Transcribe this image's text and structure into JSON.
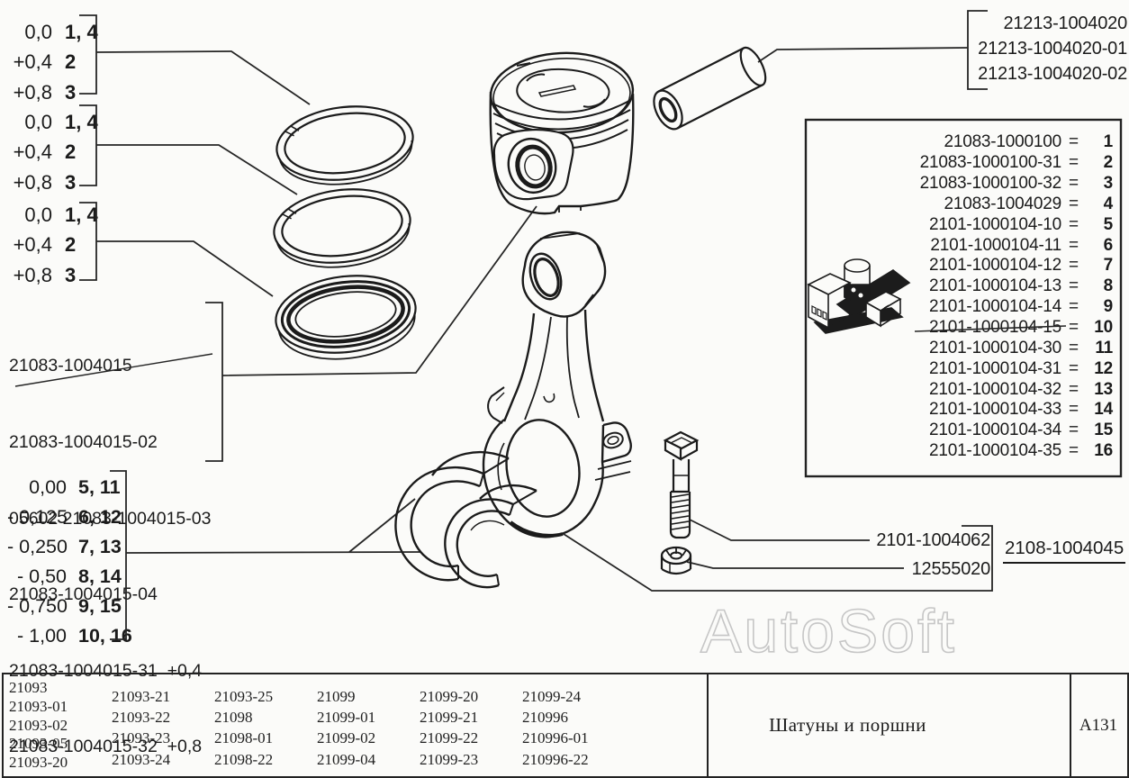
{
  "colors": {
    "ink": "#1b1b1b",
    "paper": "#fbfbf9",
    "leader": "#2a2a2a",
    "watermark": "#c6c6c6"
  },
  "watermark": "AutoSoft",
  "glyphs": {
    "equals": "="
  },
  "ring_gap_groups": [
    {
      "rows": [
        {
          "offset": "0,0",
          "positions": "1, 4"
        },
        {
          "offset": "+0,4",
          "positions": "2"
        },
        {
          "offset": "+0,8",
          "positions": "3"
        }
      ]
    },
    {
      "rows": [
        {
          "offset": "0,0",
          "positions": "1, 4"
        },
        {
          "offset": "+0,4",
          "positions": "2"
        },
        {
          "offset": "+0,8",
          "positions": "3"
        }
      ]
    },
    {
      "rows": [
        {
          "offset": "0,0",
          "positions": "1, 4"
        },
        {
          "offset": "+0,4",
          "positions": "2"
        },
        {
          "offset": "+0,8",
          "positions": "3"
        }
      ]
    }
  ],
  "piston_parts": {
    "rows": [
      "21083-1004015",
      "21083-1004015-02",
      "05602 21083-1004015-03",
      "21083-1004015-04",
      "21083-1004015-31  +0,4",
      "21083-1004015-32  +0,8"
    ]
  },
  "bearing_sizes": {
    "rows": [
      {
        "offset": "0,00",
        "positions": "5, 11"
      },
      {
        "offset": "- 0,125",
        "positions": "6, 12"
      },
      {
        "offset": "- 0,250",
        "positions": "7, 13"
      },
      {
        "offset": "- 0,50",
        "positions": "8, 14"
      },
      {
        "offset": "- 0,750",
        "positions": "9, 15"
      },
      {
        "offset": "- 1,00",
        "positions": "10, 16"
      }
    ]
  },
  "pin_parts": {
    "rows": [
      "21213-1004020",
      "21213-1004020-01",
      "21213-1004020-02"
    ]
  },
  "legend_table": {
    "rows": [
      {
        "part": "21083-1000100",
        "num": "1"
      },
      {
        "part": "21083-1000100-31",
        "num": "2"
      },
      {
        "part": "21083-1000100-32",
        "num": "3"
      },
      {
        "part": "21083-1004029",
        "num": "4"
      },
      {
        "part": "2101-1000104-10",
        "num": "5"
      },
      {
        "part": "2101-1000104-11",
        "num": "6"
      },
      {
        "part": "2101-1000104-12",
        "num": "7"
      },
      {
        "part": "2101-1000104-13",
        "num": "8"
      },
      {
        "part": "2101-1000104-14",
        "num": "9"
      },
      {
        "part": "2101-1000104-15",
        "num": "10"
      },
      {
        "part": "2101-1000104-30",
        "num": "11"
      },
      {
        "part": "2101-1000104-31",
        "num": "12"
      },
      {
        "part": "2101-1000104-32",
        "num": "13"
      },
      {
        "part": "2101-1000104-33",
        "num": "14"
      },
      {
        "part": "2101-1000104-34",
        "num": "15"
      },
      {
        "part": "2101-1000104-35",
        "num": "16"
      }
    ]
  },
  "callouts": {
    "bolt": "2101-1004062",
    "nut": "12555020",
    "assembly": "2108-1004045"
  },
  "footer": {
    "title": "Шатуны и поршни",
    "sheet_code": "А131",
    "model_columns": [
      [
        "21093",
        "21093-01",
        "21093-02",
        "21093-05",
        "21093-20"
      ],
      [
        "21093-21",
        "21093-22",
        "21093-23",
        "21093-24"
      ],
      [
        "21093-25",
        "21098",
        "21098-01",
        "21098-22"
      ],
      [
        "21099",
        "21099-01",
        "21099-02",
        "21099-04"
      ],
      [
        "21099-20",
        "21099-21",
        "21099-22",
        "21099-23"
      ],
      [
        "21099-24",
        "210996",
        "210996-01",
        "210996-22"
      ]
    ]
  }
}
